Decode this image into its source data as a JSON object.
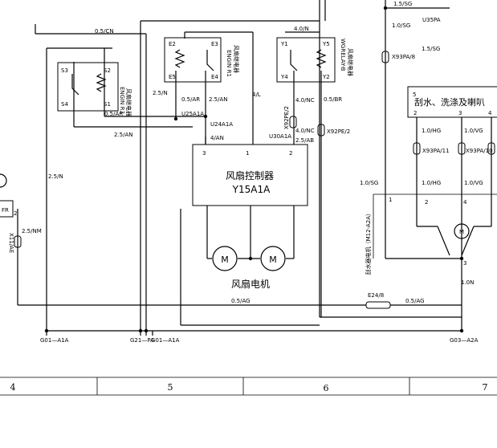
{
  "wires": {
    "top_15sg": "1.5/SG",
    "u35pa": "U35PA",
    "sg_10": "1.0/SG",
    "sg_15": "1.5/SG",
    "x93pa8": "X93PA/8",
    "cn_05": "0.5/CN",
    "n_40_top": "4.0/N",
    "n_25_left": "2.5/N",
    "an_25": "2.5/AN",
    "ar_05": "0.5/AR",
    "an_25b": "2.5/AN",
    "n_25": "2.5/N",
    "ar_05b": "0.5/AR",
    "l_4": "4/L",
    "u25a1a": "U25A1A",
    "u24a1a": "U24A1A",
    "an_4": "4/AN",
    "nc_40": "4.0/NC",
    "x92pe2a": "X92PE/2",
    "br_05": "0.5/BR",
    "x92pe2b": "X92PE/2",
    "nc_40b": "4.0/NC",
    "u30a1a": "U30A1A",
    "ab_25": "2.5/AB",
    "x11ae": "X11/AE",
    "nm_25": "2.5/NM",
    "hg_10a": "1.0/HG",
    "vg_10a": "1.0/VG",
    "x93pa11": "X93PA/11",
    "x93pa10": "X93PA/10",
    "sg_10b": "1.0/SG",
    "hg_10b": "1.0/HG",
    "vg_10b": "1.0/VG",
    "n_10": "1.0N",
    "ag_05a": "0.5/AG",
    "ag_05b": "0.5/AG",
    "e24": "E24/8",
    "g01_a": "G01—A1A",
    "g21": "G21—PA",
    "g01_b": "G01—A1A",
    "g03": "G03—A2A"
  },
  "relays": {
    "r3_label": "ENGIN R3",
    "r3_cn": "风扇继电器",
    "r1_label": "ENGIN R1",
    "r1_cn": "风扇继电器",
    "rb_label": "WGRELAY-B",
    "rb_cn": "风扇继电器",
    "r3_pins": [
      "S3",
      "S2",
      "S4",
      "S1"
    ],
    "r1_pins": [
      "E2",
      "E3",
      "E5",
      "E4"
    ],
    "rb_pins": [
      "Y1",
      "Y5",
      "Y4",
      "Y2"
    ]
  },
  "fan_controller": {
    "title": "风扇控制器",
    "code": "Y15A1A",
    "pin3": "3",
    "pin1": "1",
    "pin2": "2"
  },
  "fan_motor_label": "风扇电机",
  "motor_glyph": "M",
  "wiper": {
    "box_title": "刮水、洗涤及喇叭",
    "box_pin5": "5",
    "pin2": "2",
    "pin3": "3",
    "pin4": "4",
    "motor_label": "刮水器电机（M12-A2A）",
    "p1": "1",
    "p2": "2",
    "p4": "4",
    "p3": "3"
  },
  "left_fr": "FR",
  "left_pin2": "2",
  "columns": [
    "4",
    "5",
    "6",
    "7"
  ]
}
